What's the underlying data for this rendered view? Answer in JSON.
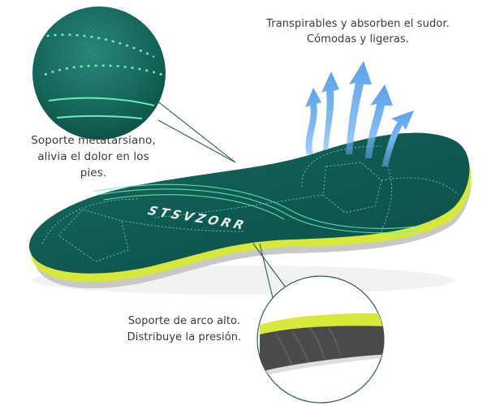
{
  "product": {
    "brand_logo": "STSVZORR",
    "colors": {
      "insole_top": "#0f5a52",
      "insole_top_light": "#1b7a6a",
      "stitch_lines": "#5fe0b0",
      "foam_yellow": "#d8e83a",
      "foam_gray": "#b8b8b8",
      "base_dark": "#4a4a4a",
      "airflow_arrows": "#5fa8ef",
      "connector_lines": "#2e5d50",
      "caption_text": "#3a3a3a"
    }
  },
  "callouts": {
    "breathability": {
      "line1": "Transpirables y absorben el sudor.",
      "line2": "Cómodas y ligeras."
    },
    "metatarsal": {
      "line1": "Soporte metatarsiano,",
      "line2": "alivia el dolor en los",
      "line3": "pies."
    },
    "arch": {
      "line1": "Soporte de arco alto.",
      "line2": "Distribuye la presión."
    }
  },
  "icons": {
    "airflow": "airflow-arrows-icon",
    "magnifier_top": "fabric-detail-magnifier",
    "magnifier_bottom": "layers-detail-magnifier"
  }
}
